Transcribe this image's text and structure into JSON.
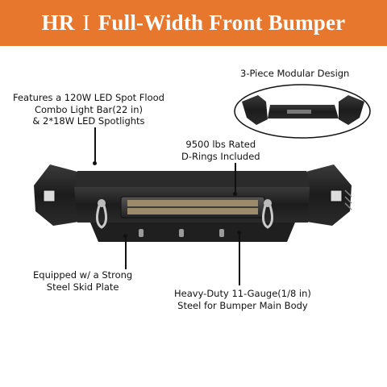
{
  "header": {
    "brand": "HR",
    "separator": "I",
    "title": "Full-Width Front Bumper",
    "color": "#e8772e"
  },
  "callouts": {
    "modular": "3-Piece Modular Design",
    "lightbar_1": "Features a 120W LED Spot Flood",
    "lightbar_2": "Combo Light Bar(22 in)",
    "lightbar_3": "& 2*18W LED Spotlights",
    "drings_1": "9500 lbs Rated",
    "drings_2": "D-Rings Included",
    "skid_1": "Equipped w/ a Strong",
    "skid_2": "Steel Skid Plate",
    "body_1": "Heavy-Duty 11-Gauge(1/8 in)",
    "body_2": "Steel for Bumper Main Body"
  }
}
